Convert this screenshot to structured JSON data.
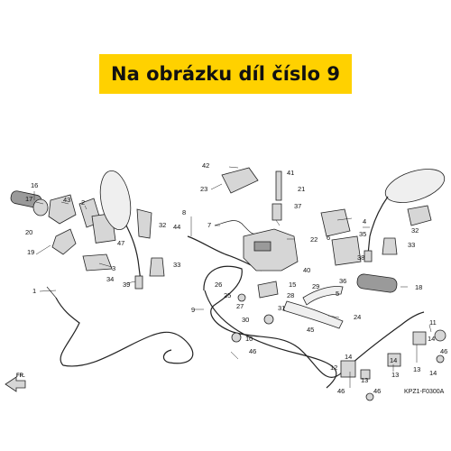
{
  "banner": {
    "text": "Na obrázku díl číslo 9",
    "background": "#ffd100"
  },
  "diagram": {
    "drawing_code": "KPZ1-F0300A",
    "direction_label": "FR.",
    "callouts": [
      "1",
      "2",
      "3",
      "4",
      "5",
      "6",
      "7",
      "8",
      "9",
      "10",
      "11",
      "12",
      "13",
      "14",
      "15",
      "16",
      "17",
      "18",
      "19",
      "20",
      "21",
      "22",
      "23",
      "24",
      "25",
      "26",
      "27",
      "28",
      "29",
      "30",
      "31",
      "32",
      "33",
      "34",
      "35",
      "36",
      "37",
      "38",
      "39",
      "40",
      "41",
      "42",
      "43",
      "44",
      "45",
      "46",
      "47"
    ]
  }
}
